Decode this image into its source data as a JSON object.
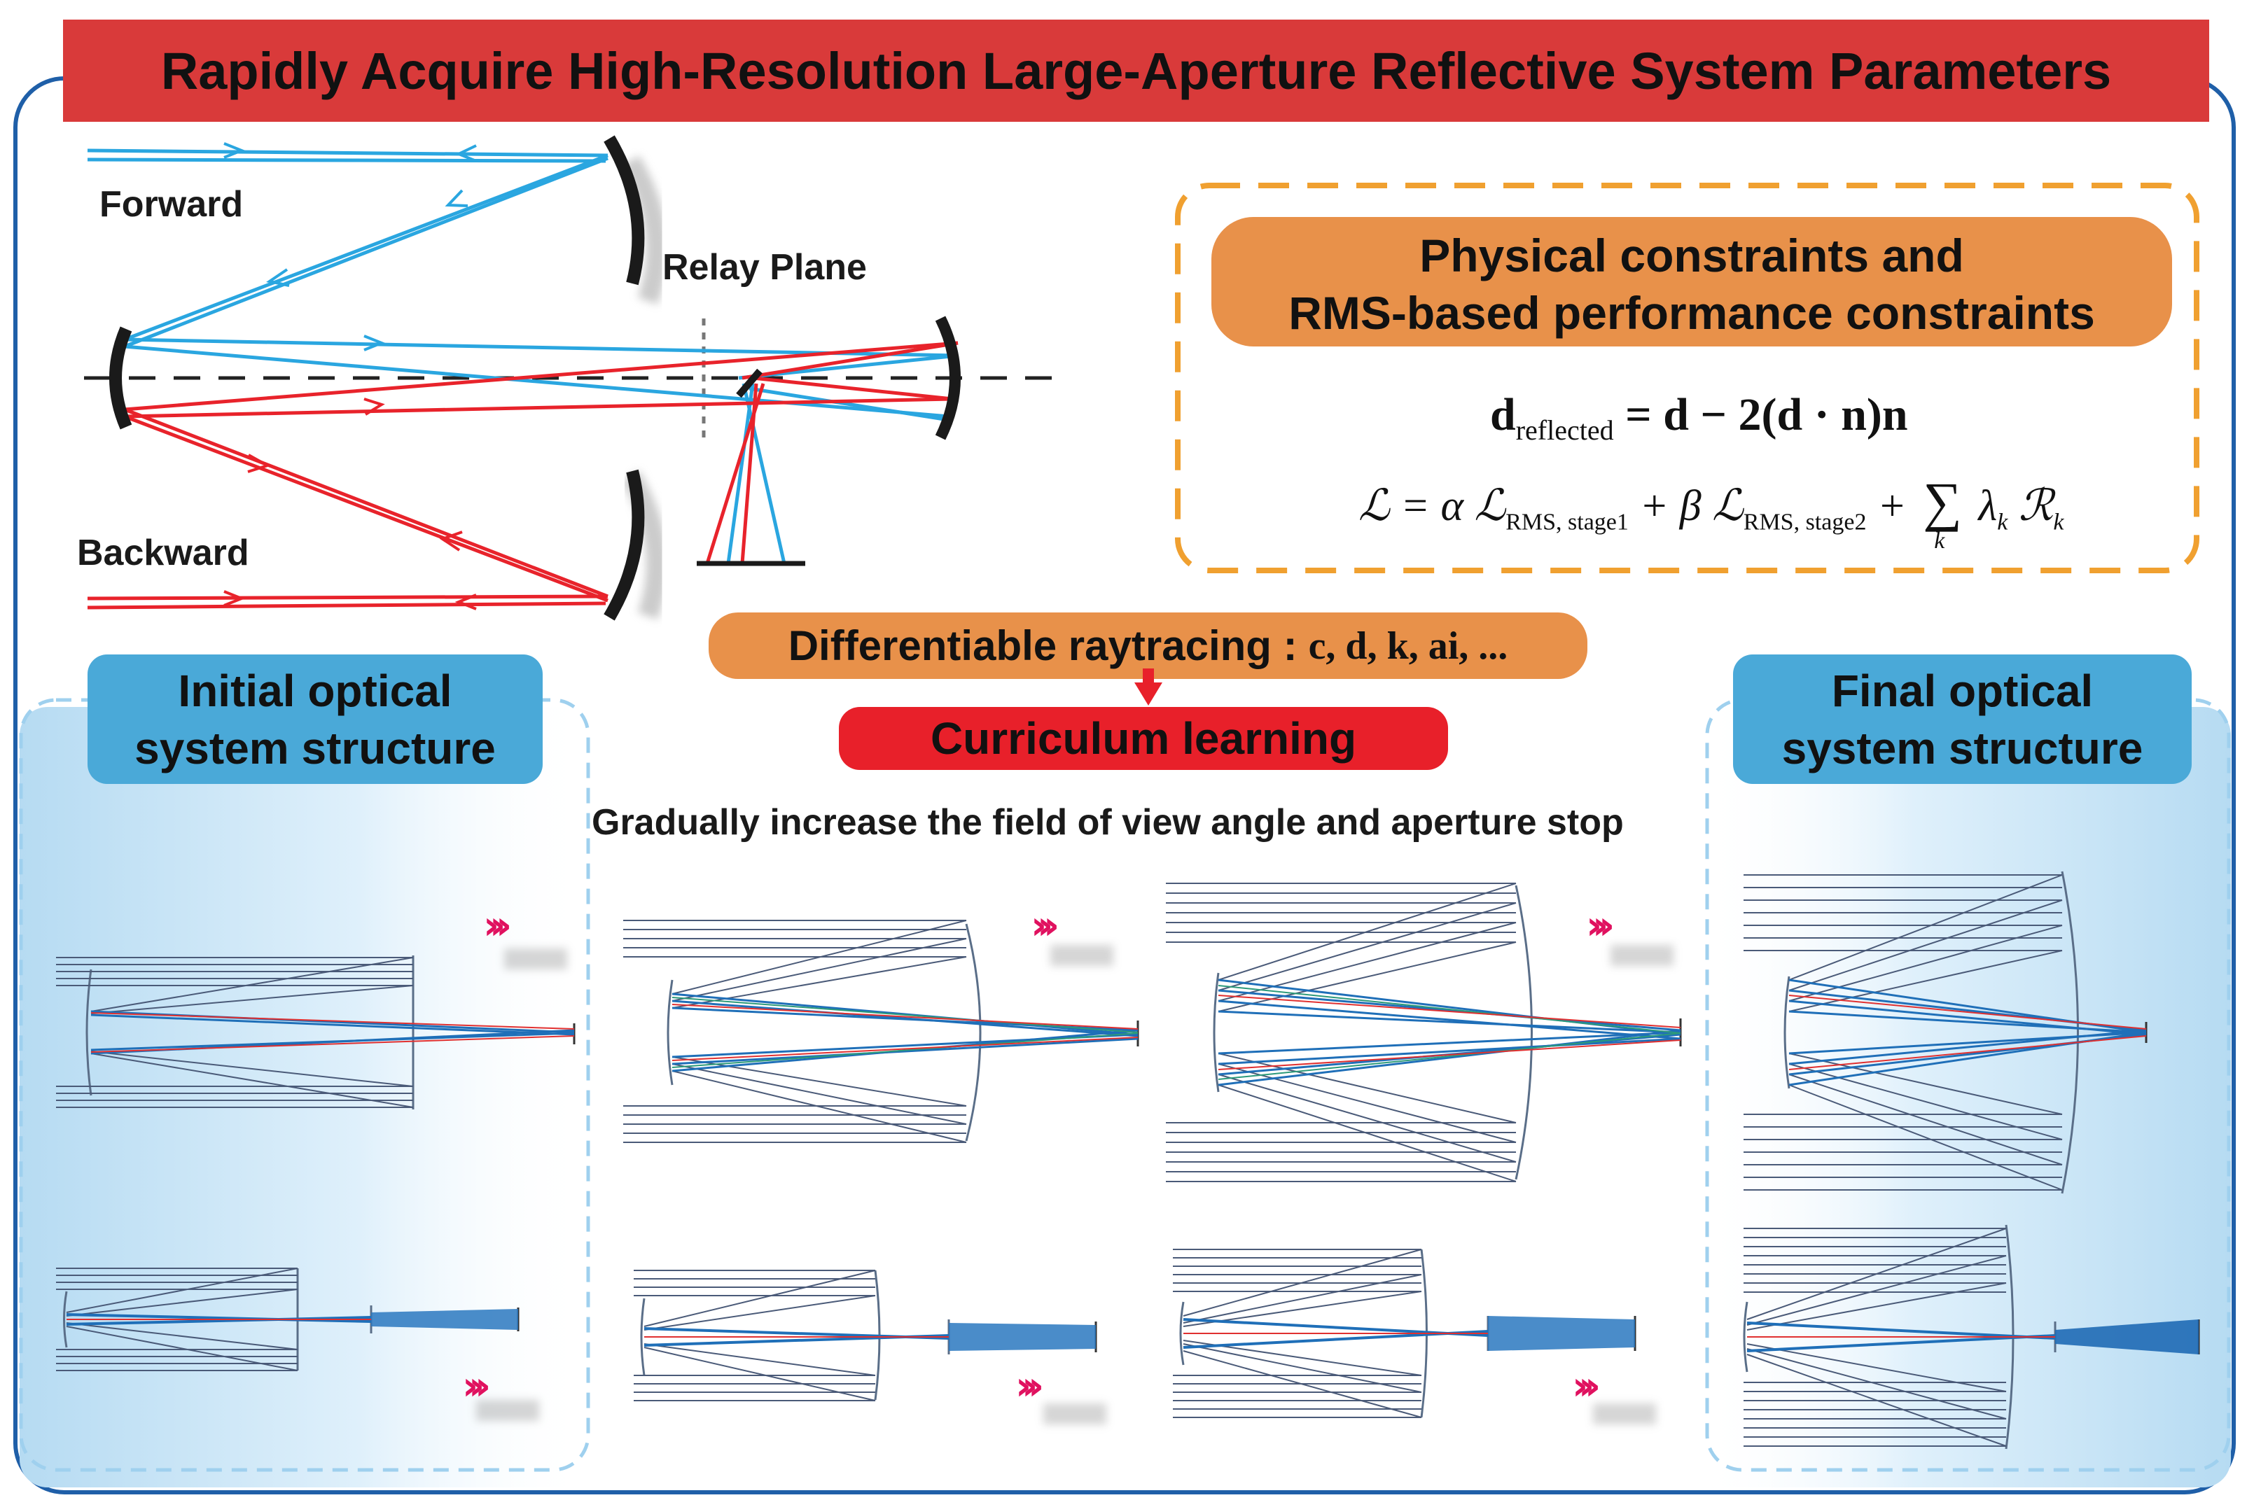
{
  "title": "Rapidly Acquire High-Resolution Large-Aperture Reflective System Parameters",
  "diagram": {
    "forward_label": "Forward",
    "backward_label": "Backward",
    "relay_plane_label": "Relay Plane"
  },
  "constraints": {
    "heading_line1": "Physical constraints and",
    "heading_line2": "RMS-based performance constraints",
    "eq1_lhs": "d",
    "eq1_lhs_sub": "reflected",
    "eq1_rhs": "= d − 2(d · n)n",
    "eq2_part1": "ℒ = α ℒ",
    "eq2_sub1": "RMS, stage1",
    "eq2_part2": "+ β ℒ",
    "eq2_sub2": "RMS, stage2",
    "eq2_part3": "+",
    "eq2_sum": "∑",
    "eq2_sum_index": "k",
    "eq2_part4": "λ",
    "eq2_lambda_sub": "k",
    "eq2_part5": "ℛ",
    "eq2_R_sub": "k"
  },
  "process": {
    "raytracing_label": "Differentiable raytracing :",
    "raytracing_params": "c, d, k, ai, ...",
    "curriculum_label": "Curriculum learning",
    "gradual_label": "Gradually increase the field of view angle and aperture stop"
  },
  "structures": {
    "initial_line1": "Initial optical",
    "initial_line2": "system structure",
    "final_line1": "Final optical",
    "final_line2": "system structure"
  },
  "arrow_glyph": "›››",
  "colors": {
    "banner": "#d93a3a",
    "forward_ray": "#2aa6e0",
    "backward_ray": "#e8232b",
    "mirror": "#1a1a1a",
    "dashed_box": "#f0a030",
    "orange_pill": "#e8914a",
    "red_pill": "#e8202a",
    "blue_pill": "#4aa9d8",
    "chevron": "#e0115f",
    "frame": "#1f5fa8"
  }
}
